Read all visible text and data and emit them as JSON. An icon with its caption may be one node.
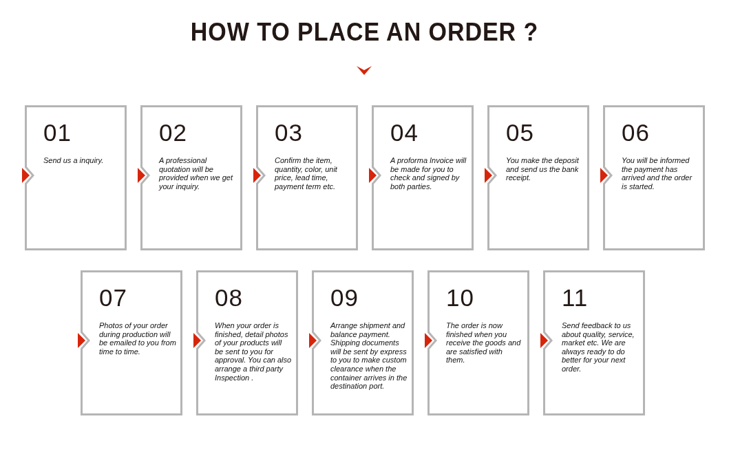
{
  "diagram": {
    "title": "HOW TO PLACE AN ORDER ?",
    "nodes": [
      {
        "text": [
          "01",
          "Send us a inquiry."
        ]
      },
      {
        "text": [
          "02",
          "A professional quotation will be provided when we get your inquiry."
        ]
      },
      {
        "text": [
          "03",
          "Confirm the item, quantity, color, unit price, lead time, payment term etc."
        ]
      },
      {
        "text": [
          "04",
          "A proforma Invoice will be made for you to check and signed by both parties."
        ]
      },
      {
        "text": [
          "05",
          "You make the deposit and send us the bank receipt."
        ]
      },
      {
        "text": [
          "06",
          "You will be informed the payment has arrived and the order is started."
        ]
      },
      {
        "text": [
          "07",
          "Photos of your order during production will be emailed to you from time to time."
        ]
      },
      {
        "text": [
          "08",
          "When your order is finished, detail photos of your products will be sent to you for approval. You can also arrange a third party Inspection ."
        ]
      },
      {
        "text": [
          "09",
          "Arrange shipment and balance payment. Shipping documents will be sent by express to you to make custom clearance when the container arrives in the destination port."
        ]
      },
      {
        "text": [
          "10",
          "The order is now finished when you receive the goods and are satisfied with them."
        ]
      },
      {
        "text": [
          "11",
          "Send feedback to us about quality, service, market etc. We are always ready to do better for your next order."
        ]
      }
    ]
  }
}
